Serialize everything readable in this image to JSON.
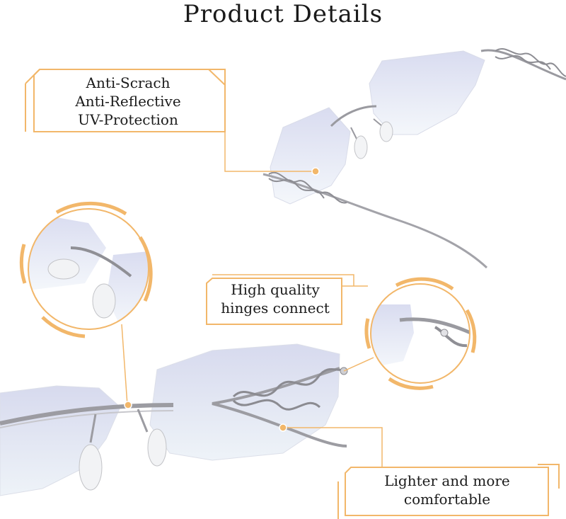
{
  "title": "Product Details",
  "features": {
    "lens_coatings": [
      "Anti-Scrach",
      "Anti-Reflective",
      "UV-Protection"
    ],
    "hinges": [
      "High quality",
      "hinges connect"
    ],
    "weight": [
      "Lighter and more",
      "comfortable"
    ]
  },
  "colors": {
    "accent": "#f2b76a",
    "accent_dark": "#e8a24c",
    "metal": "#9a9a9f",
    "lens": "#dfe3f2"
  }
}
